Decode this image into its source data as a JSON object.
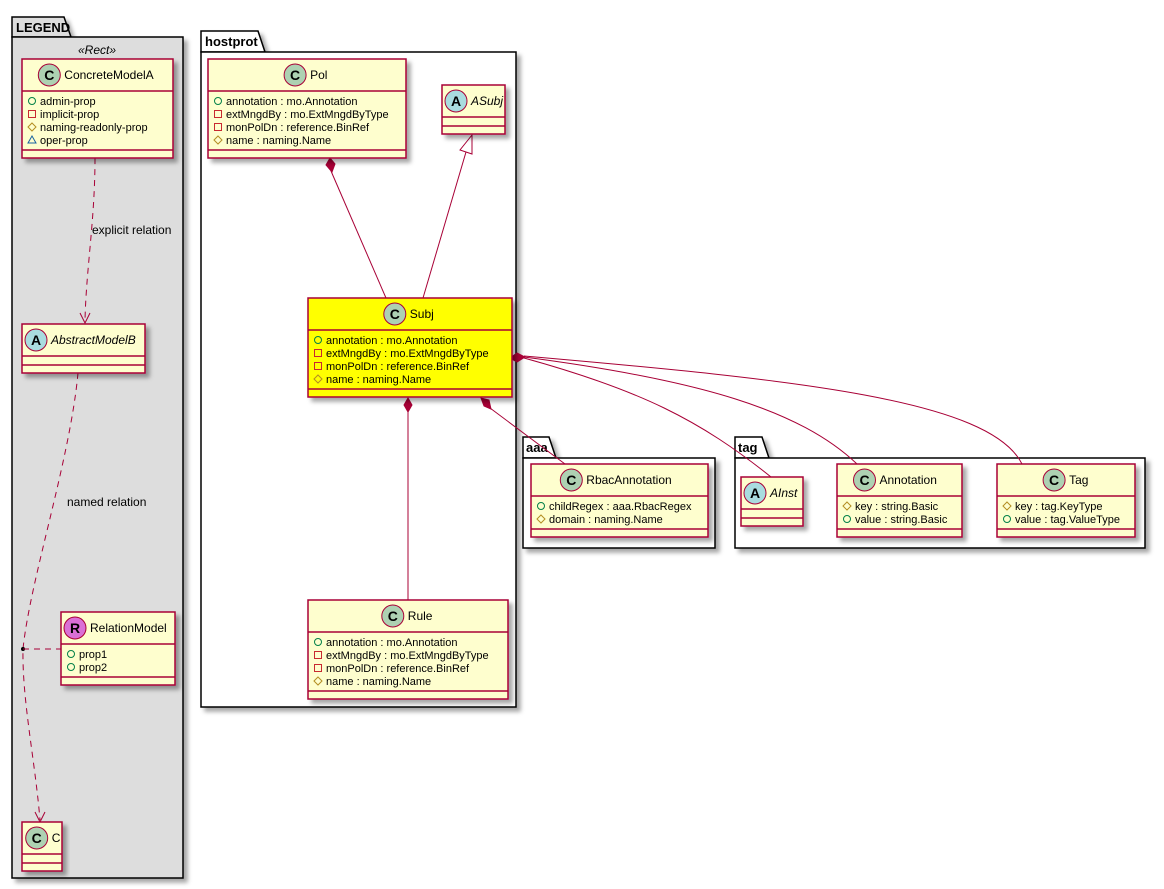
{
  "packages": {
    "legend": {
      "name": "LEGEND",
      "stereotype": "«Rect»"
    },
    "hostprot": {
      "name": "hostprot"
    },
    "aaa": {
      "name": "aaa"
    },
    "tag": {
      "name": "tag"
    }
  },
  "legend_labels": {
    "explicit_relation": "explicit relation",
    "named_relation": "named relation"
  },
  "colors": {
    "class_fill": "#FEFECE",
    "class_border": "#A80036",
    "highlight_fill": "#FFFF00",
    "legend_fill": "#DDDDDD",
    "icon_class": "#ADD1B2",
    "icon_abstract": "#A9DCDF",
    "icon_relation": "#DA70D6"
  },
  "classes": {
    "ConcreteModelA": {
      "name": "ConcreteModelA",
      "kind": "C",
      "attrs": [
        {
          "vis": "public",
          "text": "admin-prop"
        },
        {
          "vis": "private",
          "text": "implicit-prop"
        },
        {
          "vis": "protected",
          "text": "naming-readonly-prop"
        },
        {
          "vis": "package",
          "text": "oper-prop"
        }
      ]
    },
    "AbstractModelB": {
      "name": "AbstractModelB",
      "kind": "A",
      "attrs": []
    },
    "RelationModel": {
      "name": "RelationModel",
      "kind": "R",
      "attrs": [
        {
          "vis": "public",
          "text": "prop1"
        },
        {
          "vis": "public",
          "text": "prop2"
        }
      ]
    },
    "C": {
      "name": "C",
      "kind": "C",
      "attrs": []
    },
    "Pol": {
      "name": "Pol",
      "kind": "C",
      "attrs": [
        {
          "vis": "public",
          "text": "annotation : mo.Annotation"
        },
        {
          "vis": "private",
          "text": "extMngdBy : mo.ExtMngdByType"
        },
        {
          "vis": "private",
          "text": "monPolDn : reference.BinRef"
        },
        {
          "vis": "protected",
          "text": "name : naming.Name"
        }
      ]
    },
    "ASubj": {
      "name": "ASubj",
      "kind": "A",
      "attrs": []
    },
    "Subj": {
      "name": "Subj",
      "kind": "C",
      "highlight": true,
      "attrs": [
        {
          "vis": "public",
          "text": "annotation : mo.Annotation"
        },
        {
          "vis": "private",
          "text": "extMngdBy : mo.ExtMngdByType"
        },
        {
          "vis": "private",
          "text": "monPolDn : reference.BinRef"
        },
        {
          "vis": "protected",
          "text": "name : naming.Name"
        }
      ]
    },
    "Rule": {
      "name": "Rule",
      "kind": "C",
      "attrs": [
        {
          "vis": "public",
          "text": "annotation : mo.Annotation"
        },
        {
          "vis": "private",
          "text": "extMngdBy : mo.ExtMngdByType"
        },
        {
          "vis": "private",
          "text": "monPolDn : reference.BinRef"
        },
        {
          "vis": "protected",
          "text": "name : naming.Name"
        }
      ]
    },
    "RbacAnnotation": {
      "name": "RbacAnnotation",
      "kind": "C",
      "attrs": [
        {
          "vis": "public",
          "text": "childRegex : aaa.RbacRegex"
        },
        {
          "vis": "protected",
          "text": "domain : naming.Name"
        }
      ]
    },
    "AInst": {
      "name": "AInst",
      "kind": "A",
      "attrs": []
    },
    "Annotation": {
      "name": "Annotation",
      "kind": "C",
      "attrs": [
        {
          "vis": "protected",
          "text": "key : string.Basic"
        },
        {
          "vis": "public",
          "text": "value : string.Basic"
        }
      ]
    },
    "Tag": {
      "name": "Tag",
      "kind": "C",
      "attrs": [
        {
          "vis": "protected",
          "text": "key : tag.KeyType"
        },
        {
          "vis": "public",
          "text": "value : tag.ValueType"
        }
      ]
    }
  }
}
